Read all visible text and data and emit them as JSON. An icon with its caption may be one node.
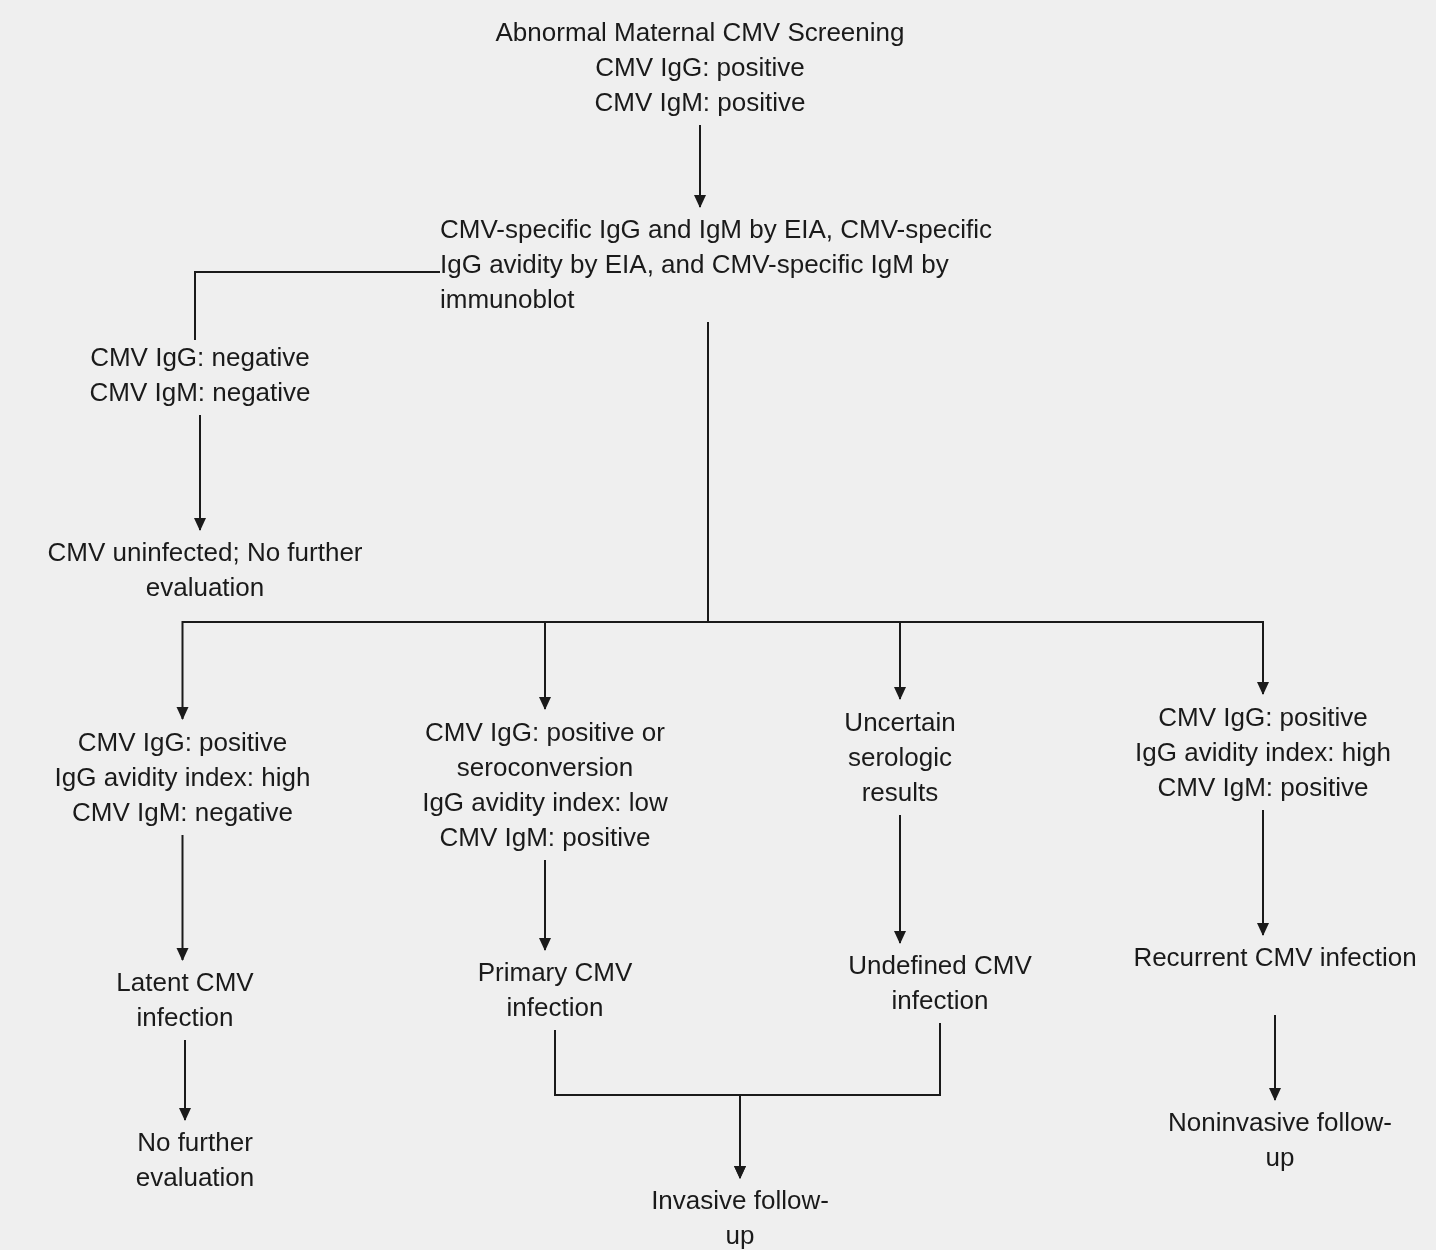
{
  "diagram": {
    "nodes": [
      {
        "text": [
          "Abnormal Maternal CMV Screening",
          "CMV IgG: positive",
          "CMV IgM: positive"
        ]
      },
      {
        "text": [
          "CMV-specific IgG and IgM by EIA, CMV-specific IgG avidity by EIA, and CMV-specific IgM by immunoblot"
        ]
      },
      {
        "text": [
          "CMV IgG: negative",
          "CMV IgM: negative"
        ]
      },
      {
        "text": [
          "CMV uninfected; No further evaluation"
        ]
      },
      {
        "text": [
          "CMV IgG: positive",
          "IgG avidity index: high",
          "CMV IgM: negative"
        ]
      },
      {
        "text": [
          "CMV IgG: positive or seroconversion",
          "IgG avidity index: low",
          "CMV IgM: positive"
        ]
      },
      {
        "text": [
          "Uncertain serologic results"
        ]
      },
      {
        "text": [
          "CMV IgG: positive",
          "IgG avidity index: high",
          "CMV IgM: positive"
        ]
      },
      {
        "text": [
          "Latent CMV infection"
        ]
      },
      {
        "text": [
          "Primary CMV infection"
        ]
      },
      {
        "text": [
          "Undefined CMV infection"
        ]
      },
      {
        "text": [
          "Recurrent CMV infection"
        ]
      },
      {
        "text": [
          "No further evaluation"
        ]
      },
      {
        "text": [
          "Invasive follow-up"
        ]
      },
      {
        "text": [
          "Noninvasive follow-up"
        ]
      }
    ],
    "edges": [
      {
        "from": 0,
        "to": 1,
        "arrow": "to"
      },
      {
        "from": 1,
        "to": 2,
        "arrow": "none"
      },
      {
        "from": 2,
        "to": 3,
        "arrow": "to"
      },
      {
        "from": 1,
        "to": 4,
        "arrow": "to"
      },
      {
        "from": 1,
        "to": 5,
        "arrow": "to"
      },
      {
        "from": 1,
        "to": 6,
        "arrow": "to"
      },
      {
        "from": 1,
        "to": 7,
        "arrow": "to"
      },
      {
        "from": 4,
        "to": 8,
        "arrow": "to"
      },
      {
        "from": 5,
        "to": 9,
        "arrow": "to"
      },
      {
        "from": 6,
        "to": 10,
        "arrow": "to"
      },
      {
        "from": 7,
        "to": 11,
        "arrow": "to"
      },
      {
        "from": 8,
        "to": 12,
        "arrow": "to"
      },
      {
        "from": 9,
        "to": 13,
        "arrow": "to"
      },
      {
        "from": 10,
        "to": 13,
        "arrow": "to"
      },
      {
        "from": 11,
        "to": 14,
        "arrow": "to"
      }
    ]
  }
}
